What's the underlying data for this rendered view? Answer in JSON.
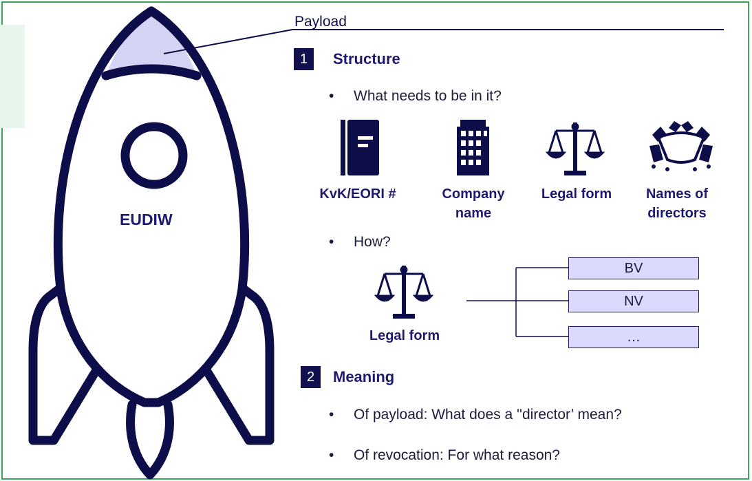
{
  "rocket": {
    "label": "EUDIW",
    "nose_color": "#d6d4f5",
    "stroke_color": "#0d0d4a"
  },
  "payload": {
    "label": "Payload"
  },
  "sections": [
    {
      "number": "1",
      "title": "Structure"
    },
    {
      "number": "2",
      "title": "Meaning"
    }
  ],
  "bullets": {
    "what": "What needs to be in it?",
    "how": "How?",
    "of_payload": "Of payload: What does a ''director’ mean?",
    "of_revocation": "Of revocation: For what reason?"
  },
  "icons": [
    {
      "icon": "book-icon",
      "label": "KvK/EORI #"
    },
    {
      "icon": "building-icon",
      "label": "Company name"
    },
    {
      "icon": "scales-icon",
      "label": "Legal form"
    },
    {
      "icon": "meeting-table-icon",
      "label": "Names of directors"
    }
  ],
  "how": {
    "label": "Legal form",
    "options": [
      "BV",
      "NV",
      "…"
    ]
  },
  "colors": {
    "accent": "#1f1a6e",
    "frame": "#3aa55a",
    "option_fill": "#dcd9ff"
  }
}
